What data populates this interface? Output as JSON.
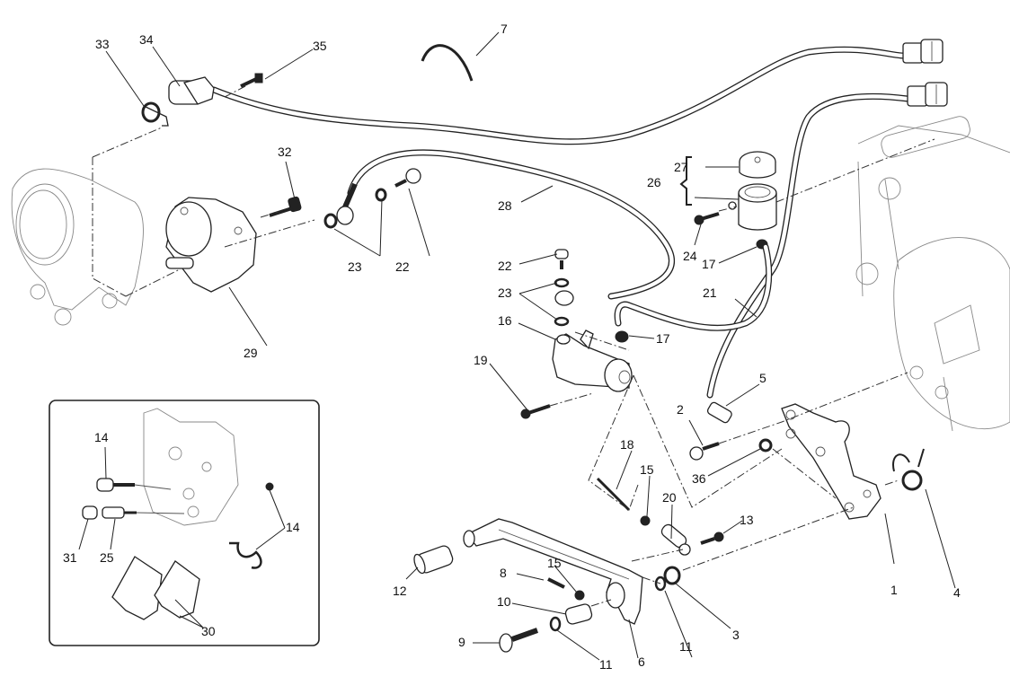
{
  "diagram": {
    "subject": "Rear brake system exploded view",
    "inset_caption": "",
    "labels": [
      {
        "id": "l33",
        "text": "33"
      },
      {
        "id": "l34",
        "text": "34"
      },
      {
        "id": "l35",
        "text": "35"
      },
      {
        "id": "l7",
        "text": "7"
      },
      {
        "id": "l32",
        "text": "32"
      },
      {
        "id": "l29",
        "text": "29"
      },
      {
        "id": "l23a",
        "text": "23"
      },
      {
        "id": "l22a",
        "text": "22"
      },
      {
        "id": "l28",
        "text": "28"
      },
      {
        "id": "l27",
        "text": "27"
      },
      {
        "id": "l26",
        "text": "26"
      },
      {
        "id": "l24",
        "text": "24"
      },
      {
        "id": "l17a",
        "text": "17"
      },
      {
        "id": "l21",
        "text": "21"
      },
      {
        "id": "l22b",
        "text": "22"
      },
      {
        "id": "l23b",
        "text": "23"
      },
      {
        "id": "l16",
        "text": "16"
      },
      {
        "id": "l17b",
        "text": "17"
      },
      {
        "id": "l19",
        "text": "19"
      },
      {
        "id": "l5",
        "text": "5"
      },
      {
        "id": "l2",
        "text": "2"
      },
      {
        "id": "l36b",
        "text": "36"
      },
      {
        "id": "l18",
        "text": "18"
      },
      {
        "id": "l15a",
        "text": "15"
      },
      {
        "id": "l20",
        "text": "20"
      },
      {
        "id": "l13",
        "text": "13"
      },
      {
        "id": "l1",
        "text": "1"
      },
      {
        "id": "l4",
        "text": "4"
      },
      {
        "id": "l12",
        "text": "12"
      },
      {
        "id": "l8",
        "text": "8"
      },
      {
        "id": "l15b",
        "text": "15"
      },
      {
        "id": "l10",
        "text": "10"
      },
      {
        "id": "l9",
        "text": "9"
      },
      {
        "id": "l11a",
        "text": "11"
      },
      {
        "id": "l6",
        "text": "6"
      },
      {
        "id": "l11b",
        "text": "11"
      },
      {
        "id": "l3",
        "text": "3"
      },
      {
        "id": "l14a",
        "text": "14"
      },
      {
        "id": "l14b",
        "text": "14"
      },
      {
        "id": "l31",
        "text": "31"
      },
      {
        "id": "l25",
        "text": "25"
      },
      {
        "id": "l30",
        "text": "30"
      }
    ]
  }
}
